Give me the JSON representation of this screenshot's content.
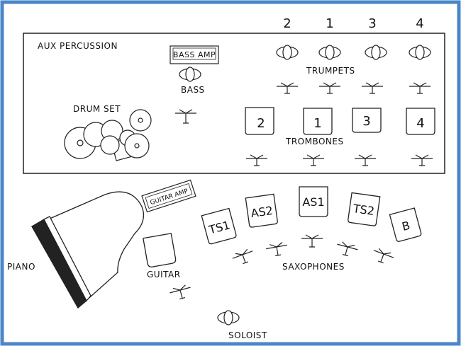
{
  "title": "",
  "colors": {
    "frame": "#4a86c8",
    "ink": "#111111",
    "paper": "#ffffff"
  },
  "trumpets": {
    "numbers": [
      "2",
      "1",
      "3",
      "4"
    ],
    "label": "TRUMPETS"
  },
  "trombones": {
    "numbers": [
      "2",
      "1",
      "3",
      "4"
    ],
    "label": "TROMBONES"
  },
  "aux_percussion": "AUX PERCUSSION",
  "bass_amp": "BASS AMP",
  "bass": "BASS",
  "drum_set": "DRUM SET",
  "guitar_amp": "GUITAR AMP",
  "piano": "PIANO",
  "guitar": "GUITAR",
  "saxophones": {
    "parts": [
      "TS1",
      "AS2",
      "AS1",
      "TS2",
      "B"
    ],
    "label": "SAXOPHONES"
  },
  "soloist": "SOLOIST",
  "icons": [
    "chair-icon",
    "music-stand-icon",
    "drum-icon",
    "piano-icon",
    "amp-icon"
  ]
}
